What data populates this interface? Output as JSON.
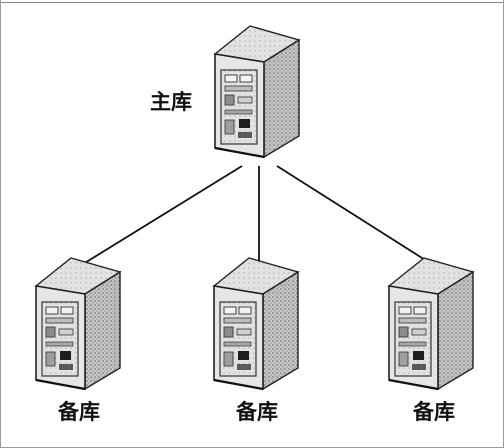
{
  "diagram": {
    "master": {
      "label": "主库",
      "icon": "server-tower-icon"
    },
    "replicas": [
      {
        "label": "备库",
        "icon": "server-tower-icon"
      },
      {
        "label": "备库",
        "icon": "server-tower-icon"
      },
      {
        "label": "备库",
        "icon": "server-tower-icon"
      }
    ]
  }
}
